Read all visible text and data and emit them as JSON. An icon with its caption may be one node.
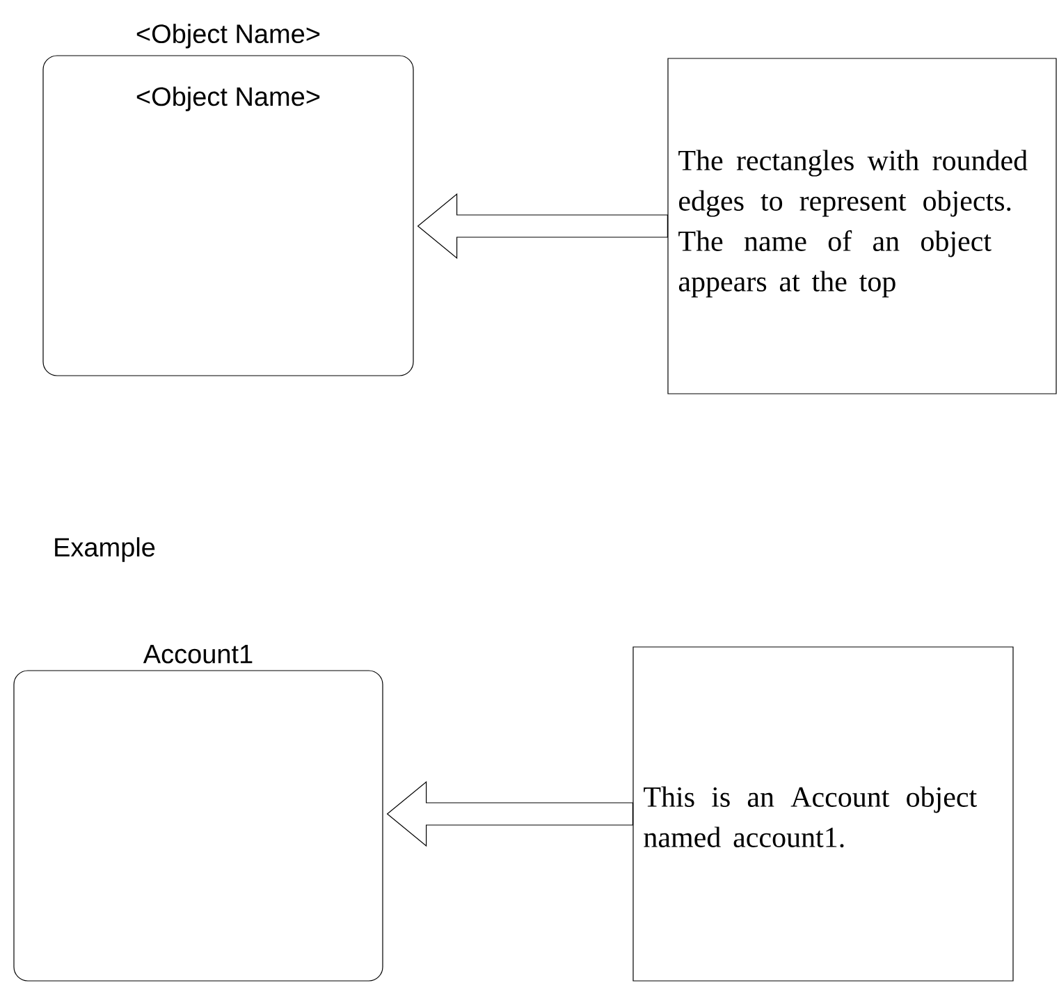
{
  "diagram": {
    "nodes": [
      {
        "text": [
          "<Object Name>",
          "<Object Name>"
        ]
      },
      {
        "text": [
          "The rectangles with rounded edges to represent objects. The name of an object appears at the top"
        ]
      },
      {
        "text": [
          "Account1"
        ]
      },
      {
        "text": [
          "This is an Account object named account1."
        ]
      }
    ],
    "edges": [
      {
        "from": 1,
        "to": 0,
        "arrow": "to"
      },
      {
        "from": 3,
        "to": 2,
        "arrow": "to"
      }
    ],
    "labels": [
      "Example"
    ]
  }
}
